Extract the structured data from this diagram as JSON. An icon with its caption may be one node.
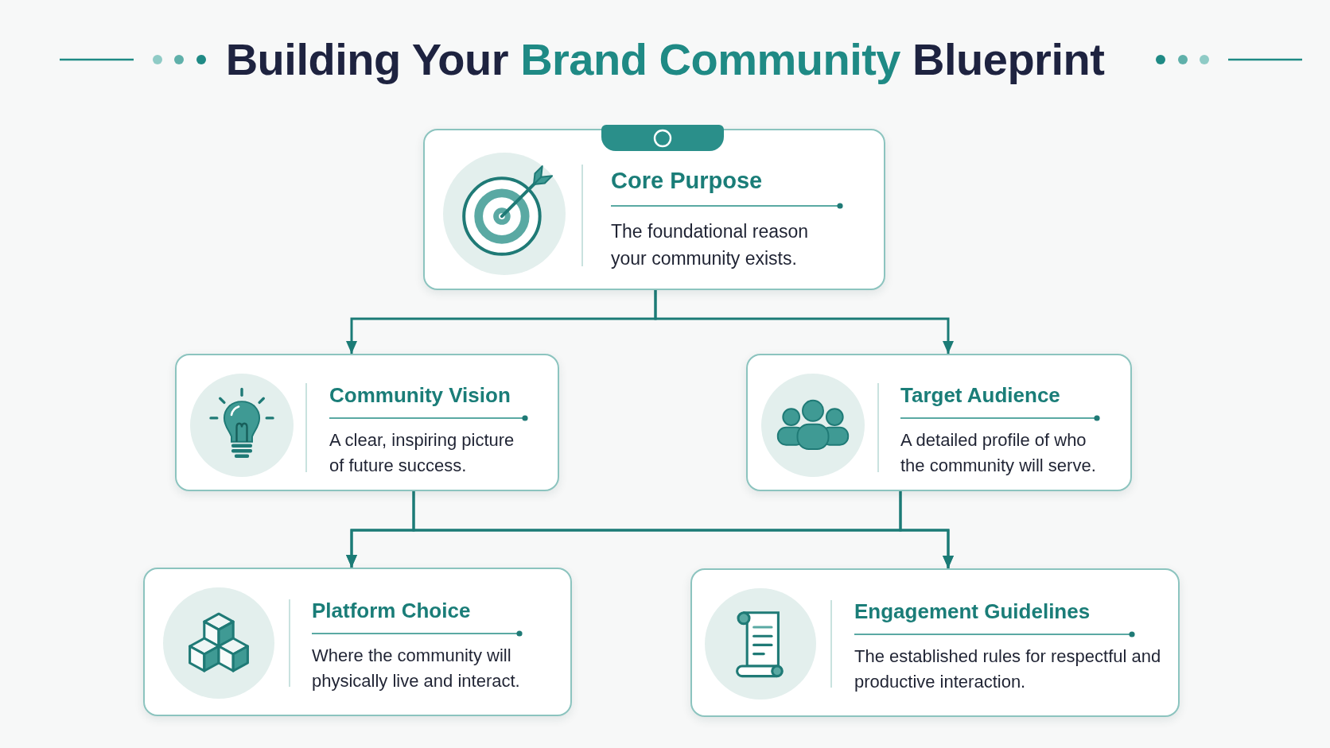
{
  "diagram": {
    "title": "Building Your **Brand Community** Blueprint",
    "nodes": [
      {
        "text": [
          "Core Purpose",
          "The foundational reason your community exists."
        ]
      },
      {
        "text": [
          "Community Vision",
          "A clear, inspiring picture of future success."
        ]
      },
      {
        "text": [
          "Target Audience",
          "A detailed profile of who the community will serve."
        ]
      },
      {
        "text": [
          "Platform Choice",
          "Where the community will physically live and interact."
        ]
      },
      {
        "text": [
          "Engagement Guidelines",
          "The established rules for respectful and productive interaction."
        ]
      }
    ],
    "edges": [
      {
        "from": 0,
        "to": 1,
        "arrow": "to"
      },
      {
        "from": 0,
        "to": 2,
        "arrow": "to"
      },
      {
        "from": 1,
        "to": 3,
        "arrow": "to"
      },
      {
        "from": 1,
        "to": 4,
        "arrow": "to"
      },
      {
        "from": 2,
        "to": 3,
        "arrow": "to"
      },
      {
        "from": 2,
        "to": 4,
        "arrow": "to"
      }
    ]
  }
}
